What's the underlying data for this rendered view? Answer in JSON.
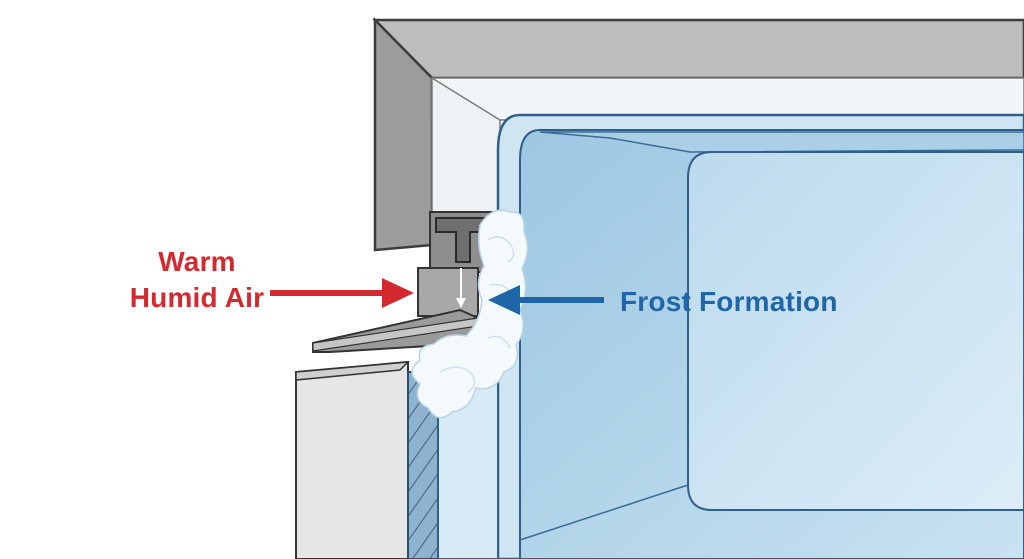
{
  "labels": {
    "warm_humid_air_line1": "Warm",
    "warm_humid_air_line2": "Humid Air",
    "frost_formation": "Frost Formation"
  },
  "colors": {
    "warm_air": "#d42a2f",
    "frost": "#1f66a8",
    "frame_gray": "#9a9a9a",
    "frame_outline": "#4a4a4a",
    "freezer_blue": "#a9cfe6",
    "frost_white": "#f4f9fc"
  }
}
